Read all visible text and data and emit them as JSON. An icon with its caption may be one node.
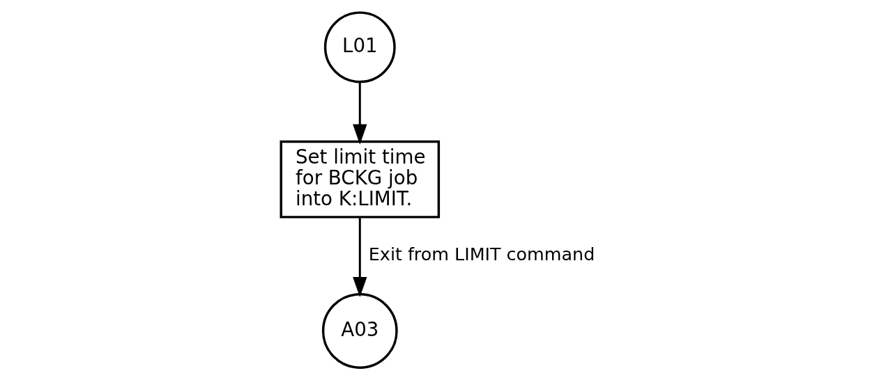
{
  "diagram": {
    "nodes": [
      {
        "text": [
          "L01"
        ]
      },
      {
        "text": [
          "Set limit time for BCKG job into K:LIMIT."
        ]
      },
      {
        "text": [
          "A03"
        ]
      }
    ],
    "edges": [
      {
        "from": 0,
        "to": 1,
        "arrow": "to"
      },
      {
        "from": 1,
        "to": 2,
        "arrow": "to",
        "label": "Exit from LIMIT command"
      }
    ]
  }
}
